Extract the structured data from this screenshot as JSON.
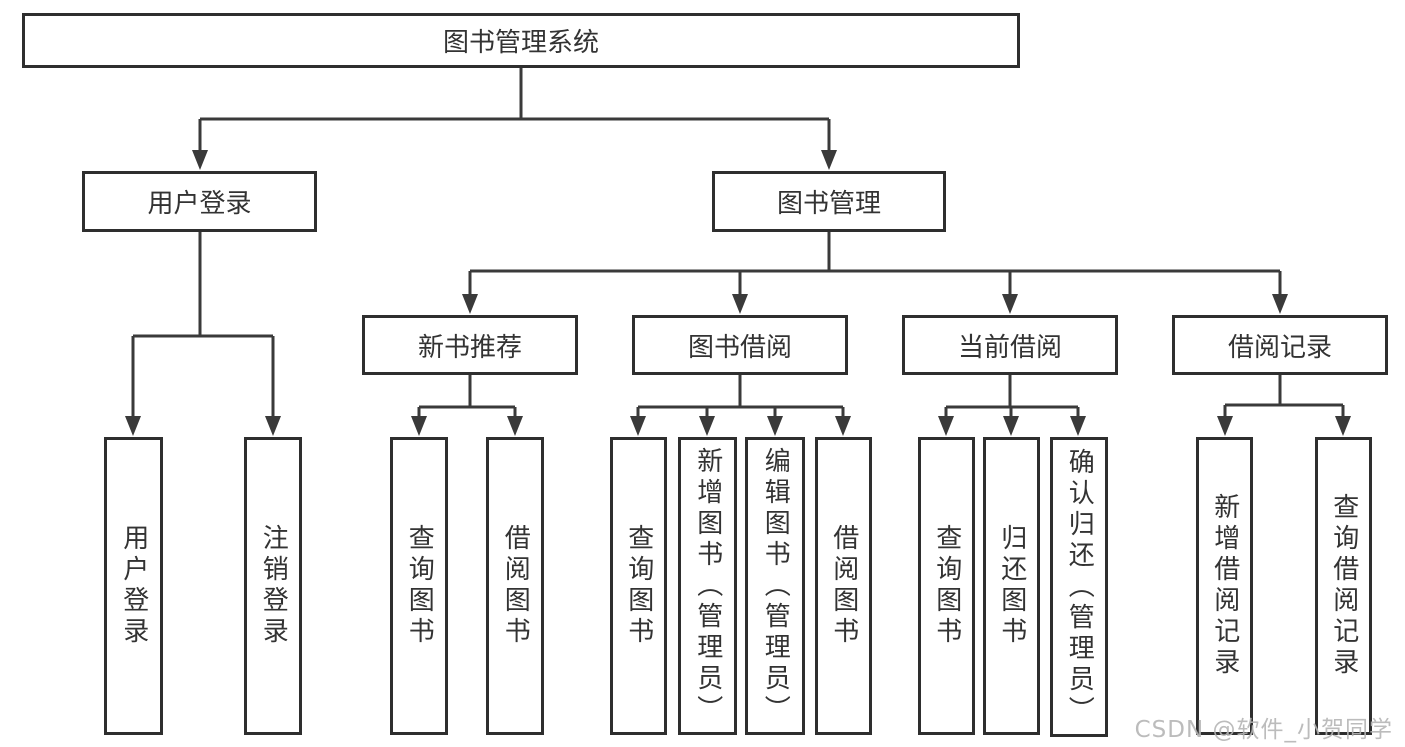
{
  "diagram": {
    "type": "hierarchy-tree",
    "orientation": "top-down",
    "tree": {
      "label": "图书管理系统",
      "children": [
        {
          "label": "用户登录",
          "children": [
            {
              "label": "用户登录"
            },
            {
              "label": "注销登录"
            }
          ]
        },
        {
          "label": "图书管理",
          "children": [
            {
              "label": "新书推荐",
              "children": [
                {
                  "label": "查询图书"
                },
                {
                  "label": "借阅图书"
                }
              ]
            },
            {
              "label": "图书借阅",
              "children": [
                {
                  "label": "查询图书"
                },
                {
                  "label": "新增图书（管理员）"
                },
                {
                  "label": "编辑图书（管理员）"
                },
                {
                  "label": "借阅图书"
                }
              ]
            },
            {
              "label": "当前借阅",
              "children": [
                {
                  "label": "查询图书"
                },
                {
                  "label": "归还图书"
                },
                {
                  "label": "确认归还（管理员）"
                }
              ]
            },
            {
              "label": "借阅记录",
              "children": [
                {
                  "label": "新增借阅记录"
                },
                {
                  "label": "查询借阅记录"
                }
              ]
            }
          ]
        }
      ]
    }
  },
  "watermark": {
    "text": "CSDN @软件_小贺同学"
  },
  "colors": {
    "line": "#3a3a3a",
    "box_border": "#2e2e2e",
    "box_fill": "#ffffff",
    "text": "#333333",
    "watermark": "#b5b5b5",
    "background": "#ffffff"
  }
}
